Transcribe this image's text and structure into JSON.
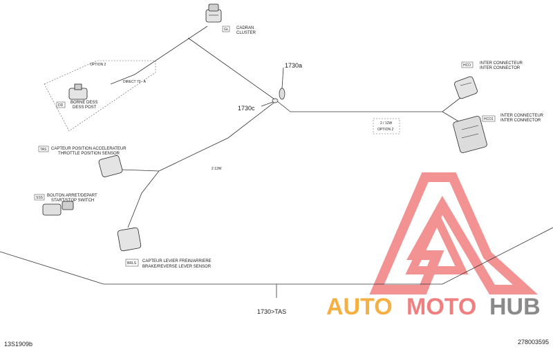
{
  "diagram": {
    "refs": {
      "a": "1730a",
      "c": "1730c",
      "tas": "1730>TAS"
    },
    "connectors": {
      "gauge": {
        "code": "GL",
        "fr": "CADRAN",
        "en": "CLUSTER"
      },
      "option": {
        "title": "OPTION 2",
        "code": "DD",
        "fr": "BORNE DESS",
        "en": "DESS POST",
        "tag": "DIRECT 70 · A"
      },
      "inter1": {
        "code": "HCO",
        "fr": "INTER CONNECTEUR",
        "en": "INTER CONNECTOR"
      },
      "inter2": {
        "code": "HCO1",
        "fr": "INTER CONNECTEUR",
        "en": "INTER CONNECTOR"
      },
      "option_b": {
        "tag": "2 / 12W",
        "title": "OPTION 2"
      },
      "throttle": {
        "code": "TAS",
        "fr": "CAPTEUR POSITION ACCELERATEUR",
        "en": "THROTTLE POSITION SENSOR",
        "tag": "2 12W"
      },
      "startstop": {
        "code": "SSS",
        "fr": "BOUTON ARRET/DEPART",
        "en": "START/STOP SWITCH"
      },
      "brake": {
        "code": "BRLS",
        "fr": "CAPTEUR LEVIER FREIN/ARRIERE",
        "en": "BRAKE/REVERSE LEVER SENSOR"
      }
    }
  },
  "watermark": {
    "part1": "AUTO",
    "part2": "MOTO",
    "part3": "HUB",
    "color_orange": "#f5b041",
    "color_red": "#f08080",
    "color_gray": "#8a8a8a"
  },
  "footer": {
    "left": "13S1909b",
    "right": "278003595"
  }
}
